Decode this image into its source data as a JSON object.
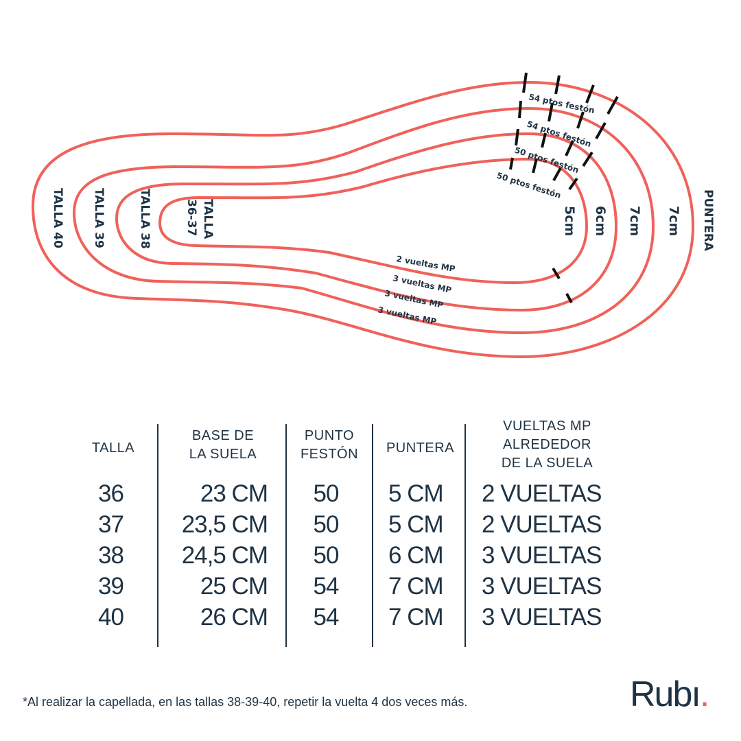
{
  "diagram": {
    "size_labels": [
      "TALLA 40",
      "TALLA 39",
      "TALLA 38",
      "TALLA",
      "36-37"
    ],
    "toe_labels": [
      "5cm",
      "6cm",
      "7cm",
      "7cm"
    ],
    "toe_title": "PUNTERA",
    "feston_labels": [
      "54 ptos festón",
      "54 ptos festón",
      "50 ptos festón",
      "50 ptos festón"
    ],
    "turn_labels": [
      "2 vueltas MP",
      "3 vueltas MP",
      "3 vueltas MP",
      "3 vueltas MP"
    ],
    "sole_color": "#ef625a"
  },
  "table": {
    "headers": [
      "TALLA",
      "BASE DE\nLA SUELA",
      "PUNTO\nFESTÓN",
      "PUNTERA",
      "VUELTAS MP\nALREDEDOR\nDE LA SUELA"
    ],
    "rows": [
      [
        "36",
        "23 CM",
        "50",
        "5 CM",
        "2 VUELTAS"
      ],
      [
        "37",
        "23,5 CM",
        "50",
        "5 CM",
        "2 VUELTAS"
      ],
      [
        "38",
        "24,5 CM",
        "50",
        "6 CM",
        "3 VUELTAS"
      ],
      [
        "39",
        "25 CM",
        "54",
        "7 CM",
        "3 VUELTAS"
      ],
      [
        "40",
        "26 CM",
        "54",
        "7 CM",
        "3 VUELTAS"
      ]
    ]
  },
  "footnote": "*Al realizar la capellada, en las tallas 38-39-40, repetir la vuelta 4 dos veces más.",
  "logo": {
    "text": "Rubı",
    "dot": "."
  }
}
